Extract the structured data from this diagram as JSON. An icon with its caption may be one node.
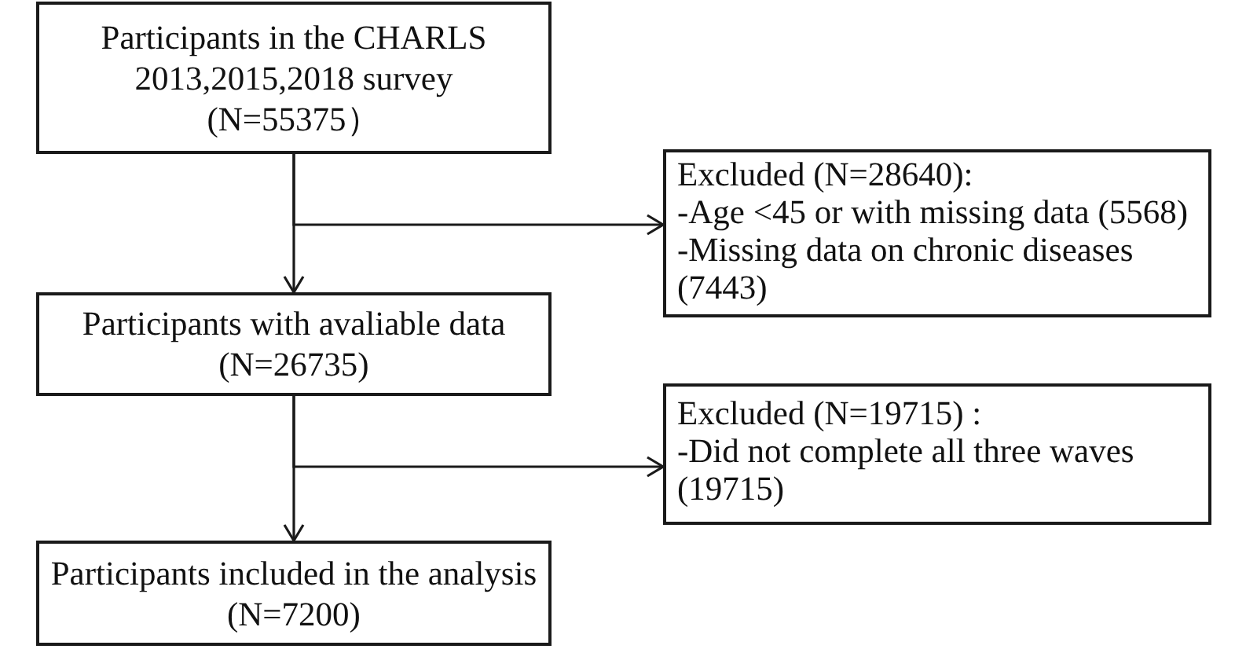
{
  "diagram": {
    "nodes": [
      {
        "text": [
          "Participants in the CHARLS 2013,2015,2018 survey",
          "(N=55375）"
        ]
      },
      {
        "text": [
          "Excluded (N=28640):",
          "-Age <45 or with missing data (5568)",
          "-Missing data on chronic diseases (7443)"
        ]
      },
      {
        "text": [
          "Participants with avaliable data",
          "(N=26735)"
        ]
      },
      {
        "text": [
          "Excluded (N=19715) :",
          "-Did not complete all three waves (19715)"
        ]
      },
      {
        "text": [
          "Participants included in the analysis",
          "(N=7200)"
        ]
      }
    ],
    "edges": [
      {
        "from": 0,
        "to": 2,
        "arrow": "to"
      },
      {
        "from": 0,
        "to": 1,
        "arrow": "to"
      },
      {
        "from": 2,
        "to": 4,
        "arrow": "to"
      },
      {
        "from": 2,
        "to": 3,
        "arrow": "to"
      }
    ]
  }
}
